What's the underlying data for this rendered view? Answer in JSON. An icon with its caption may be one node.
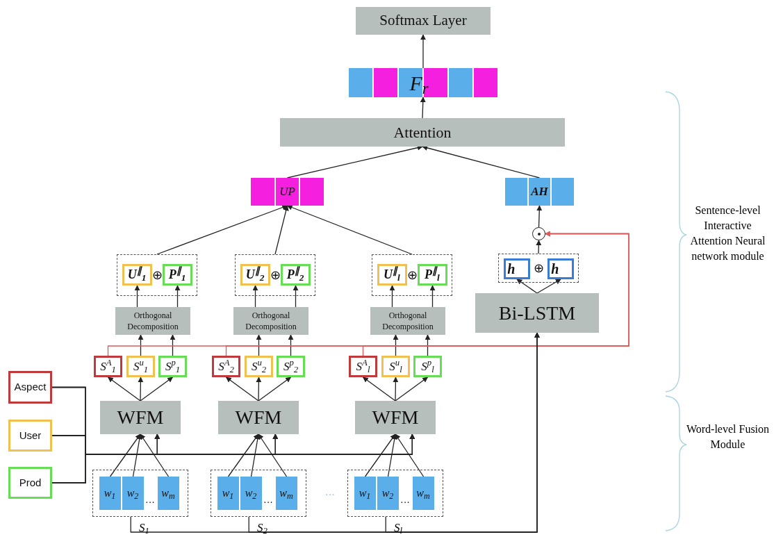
{
  "diagram": {
    "nodes": [
      {
        "text": [
          "Softmax Layer"
        ]
      },
      {
        "text": [
          "F$_{r}$"
        ]
      },
      {
        "text": [
          "Attention"
        ]
      },
      {
        "text": [
          "UP"
        ]
      },
      {
        "text": [
          "AH"
        ]
      },
      {
        "text": [],
        "shape": "circle"
      },
      {
        "text": [
          "⊕"
        ]
      },
      {
        "text": [
          "U$^{∥}$$_{1}$"
        ],
        "in": 6
      },
      {
        "text": [
          "P$^{∥}$$_{1}$"
        ],
        "in": 6
      },
      {
        "text": [
          "⊕"
        ]
      },
      {
        "text": [
          "U$^{∥}$$_{2}$"
        ],
        "in": 9
      },
      {
        "text": [
          "P$^{∥}$$_{2}$"
        ],
        "in": 9
      },
      {
        "text": [
          "⊕"
        ]
      },
      {
        "text": [
          "U$^{∥}$$_{l}$"
        ],
        "in": 12
      },
      {
        "text": [
          "P$^{∥}$$_{l}$"
        ],
        "in": 12
      },
      {
        "text": [
          "⊕"
        ]
      },
      {
        "text": [
          "h⃗"
        ],
        "in": 15
      },
      {
        "text": [
          "h⃖"
        ],
        "in": 15
      },
      {
        "text": [
          "Orthogonal Decomposition"
        ]
      },
      {
        "text": [
          "Orthogonal Decomposition"
        ]
      },
      {
        "text": [
          "Orthogonal Decomposition"
        ]
      },
      {
        "text": [
          "Bi-LSTM"
        ]
      },
      {
        "text": [
          "S$^{A}$$_{1}$"
        ]
      },
      {
        "text": [
          "S$^{u}$$_{1}$"
        ]
      },
      {
        "text": [
          "S$^{p}$$_{1}$"
        ]
      },
      {
        "text": [
          "S$^{A}$$_{2}$"
        ]
      },
      {
        "text": [
          "S$^{u}$$_{2}$"
        ]
      },
      {
        "text": [
          "S$^{p}$$_{2}$"
        ]
      },
      {
        "text": [
          "S$^{A}$$_{l}$"
        ]
      },
      {
        "text": [
          "S$^{u}$$_{l}$"
        ]
      },
      {
        "text": [
          "S$^{p}$$_{l}$"
        ]
      },
      {
        "text": [
          "Aspect"
        ]
      },
      {
        "text": [
          "WFM"
        ]
      },
      {
        "text": [
          "WFM"
        ]
      },
      {
        "text": [
          "WFM"
        ]
      },
      {
        "text": [
          "User"
        ]
      },
      {
        "text": [
          "Prod"
        ]
      },
      {
        "text": [
          "···"
        ],
        "beside": [
          "S$_{1}$"
        ]
      },
      {
        "text": [
          "w$_{1}$"
        ],
        "in": 37
      },
      {
        "text": [
          "w$_{2}$"
        ],
        "in": 37
      },
      {
        "text": [
          "w$_{m}$"
        ],
        "in": 37
      },
      {
        "text": [
          "···"
        ],
        "beside": [
          "S$_{2}$"
        ]
      },
      {
        "text": [
          "w$_{1}$"
        ],
        "in": 41
      },
      {
        "text": [
          "w$_{2}$"
        ],
        "in": 41
      },
      {
        "text": [
          "w$_{m}$"
        ],
        "in": 41
      },
      {
        "text": [
          "···"
        ],
        "beside": [
          "S$_{l}$"
        ]
      },
      {
        "text": [
          "w$_{1}$"
        ],
        "in": 45
      },
      {
        "text": [
          "w$_{2}$"
        ],
        "in": 45
      },
      {
        "text": [
          "w$_{m}$"
        ],
        "in": 45
      }
    ],
    "edges": [
      {
        "from": 1,
        "to": 0,
        "arrow": "to"
      },
      {
        "from": 2,
        "to": 1,
        "arrow": "to"
      },
      {
        "from": 3,
        "to": 2,
        "arrow": "to"
      },
      {
        "from": 4,
        "to": 2,
        "arrow": "to"
      },
      {
        "from": 5,
        "to": 4,
        "arrow": "to"
      },
      {
        "from": 15,
        "to": 5,
        "arrow": "to"
      },
      {
        "from": 21,
        "to": 16,
        "arrow": "to"
      },
      {
        "from": 21,
        "to": 17,
        "arrow": "to"
      },
      {
        "from": 6,
        "to": 3,
        "arrow": "to"
      },
      {
        "from": 9,
        "to": 3,
        "arrow": "to"
      },
      {
        "from": 12,
        "to": 3,
        "arrow": "to"
      },
      {
        "from": 18,
        "to": 7,
        "arrow": "to"
      },
      {
        "from": 18,
        "to": 8,
        "arrow": "to"
      },
      {
        "from": 19,
        "to": 10,
        "arrow": "to"
      },
      {
        "from": 19,
        "to": 11,
        "arrow": "to"
      },
      {
        "from": 20,
        "to": 13,
        "arrow": "to"
      },
      {
        "from": 20,
        "to": 14,
        "arrow": "to"
      },
      {
        "from": 23,
        "to": 18,
        "arrow": "to"
      },
      {
        "from": 24,
        "to": 18,
        "arrow": "to"
      },
      {
        "from": 26,
        "to": 19,
        "arrow": "to"
      },
      {
        "from": 27,
        "to": 19,
        "arrow": "to"
      },
      {
        "from": 29,
        "to": 20,
        "arrow": "to"
      },
      {
        "from": 30,
        "to": 20,
        "arrow": "to"
      },
      {
        "from": 22,
        "to": 5,
        "arrow": "to",
        "color": "#e05a5a"
      },
      {
        "from": 25,
        "to": 5,
        "arrow": "to",
        "color": "#e05a5a"
      },
      {
        "from": 28,
        "to": 5,
        "arrow": "to",
        "color": "#e05a5a"
      },
      {
        "from": 32,
        "to": 22,
        "arrow": "to"
      },
      {
        "from": 32,
        "to": 23,
        "arrow": "to"
      },
      {
        "from": 32,
        "to": 24,
        "arrow": "to"
      },
      {
        "from": 33,
        "to": 25,
        "arrow": "to"
      },
      {
        "from": 33,
        "to": 26,
        "arrow": "to"
      },
      {
        "from": 33,
        "to": 27,
        "arrow": "to"
      },
      {
        "from": 34,
        "to": 28,
        "arrow": "to"
      },
      {
        "from": 34,
        "to": 29,
        "arrow": "to"
      },
      {
        "from": 34,
        "to": 30,
        "arrow": "to"
      },
      {
        "from": 31,
        "to": 32,
        "arrow": "to"
      },
      {
        "from": 31,
        "to": 33,
        "arrow": "to"
      },
      {
        "from": 31,
        "to": 34,
        "arrow": "to"
      },
      {
        "from": 35,
        "to": 32,
        "arrow": "to"
      },
      {
        "from": 35,
        "to": 33,
        "arrow": "to"
      },
      {
        "from": 35,
        "to": 34,
        "arrow": "to"
      },
      {
        "from": 36,
        "to": 32,
        "arrow": "to"
      },
      {
        "from": 36,
        "to": 33,
        "arrow": "to"
      },
      {
        "from": 36,
        "to": 34,
        "arrow": "to"
      },
      {
        "from": 38,
        "to": 32,
        "arrow": "to"
      },
      {
        "from": 39,
        "to": 32,
        "arrow": "to"
      },
      {
        "from": 40,
        "to": 32,
        "arrow": "to"
      },
      {
        "from": 42,
        "to": 33,
        "arrow": "to"
      },
      {
        "from": 43,
        "to": 33,
        "arrow": "to"
      },
      {
        "from": 44,
        "to": 33,
        "arrow": "to"
      },
      {
        "from": 46,
        "to": 34,
        "arrow": "to"
      },
      {
        "from": 47,
        "to": 34,
        "arrow": "to"
      },
      {
        "from": 48,
        "to": 34,
        "arrow": "to"
      },
      {
        "from": 37,
        "to": 21,
        "arrow": "to"
      },
      {
        "from": 41,
        "to": 21,
        "arrow": "to"
      },
      {
        "from": 45,
        "to": 21,
        "arrow": "to"
      }
    ],
    "labels": [
      "···",
      "Sentence-level Interactive Attention Neural network module",
      "Word-level Fusion Module"
    ]
  }
}
